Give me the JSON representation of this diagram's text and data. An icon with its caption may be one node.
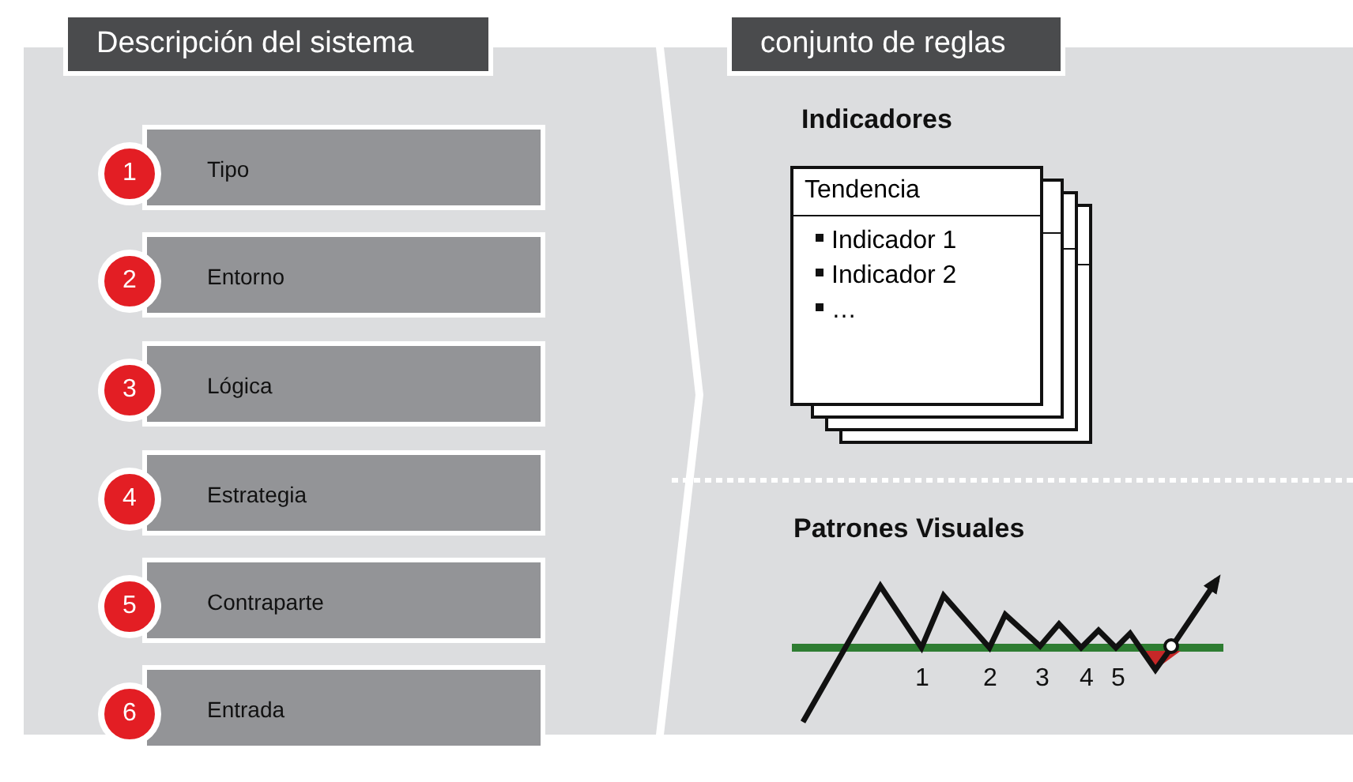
{
  "diagram": {
    "nodes": [
      {
        "text": [
          "Descripción del sistema"
        ]
      },
      {
        "text": [
          "1",
          "Tipo"
        ],
        "in": 0
      },
      {
        "text": [
          "2",
          "Entorno"
        ],
        "in": 0
      },
      {
        "text": [
          "3",
          "Lógica"
        ],
        "in": 0
      },
      {
        "text": [
          "4",
          "Estrategia"
        ],
        "in": 0
      },
      {
        "text": [
          "5",
          "Contraparte"
        ],
        "in": 0
      },
      {
        "text": [
          "6",
          "Entrada"
        ],
        "in": 0
      },
      {
        "text": [
          "conjunto de reglas"
        ]
      },
      {
        "text": [
          "Tendencia",
          "Indicador 1",
          "Indicador 2",
          "…"
        ],
        "in": 7
      }
    ],
    "labels": [
      "Indicadores",
      "Patrones Visuales",
      "1",
      "2",
      "3",
      "4",
      "5"
    ]
  }
}
